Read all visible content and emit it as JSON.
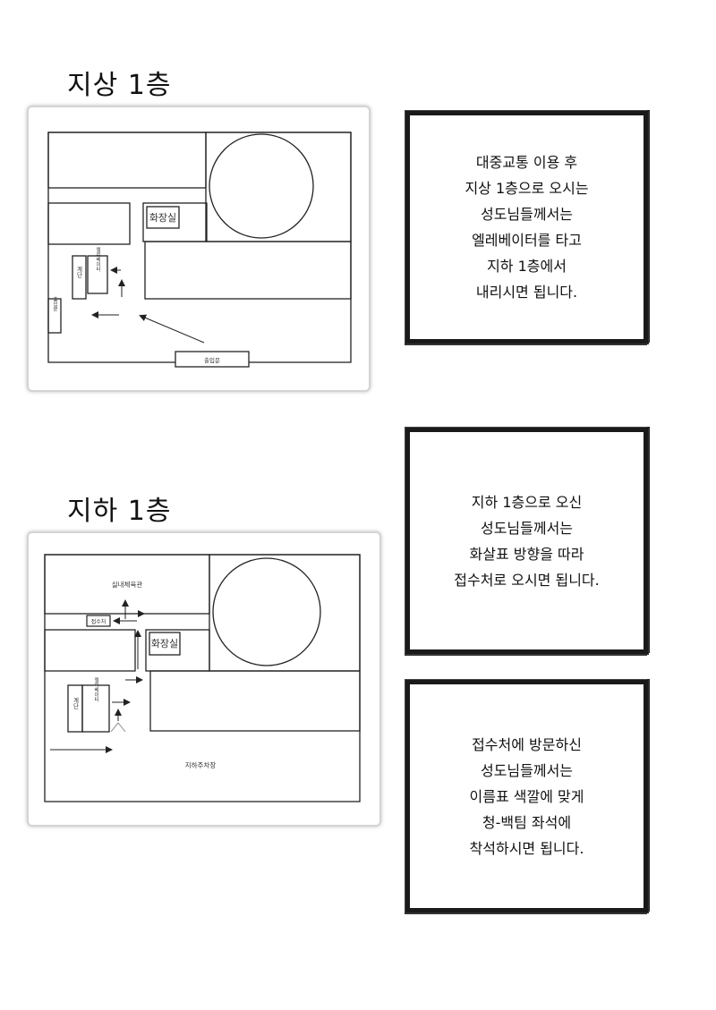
{
  "floor1": {
    "title": "지상 1층",
    "map": {
      "restroom": "화장실",
      "stairs": "계단",
      "elevator": "엘리베이터",
      "exit": "출입문",
      "entrance": "출입문"
    },
    "note_lines": [
      "대중교통 이용 후",
      "지상 1층으로 오시는",
      "성도님들께서는",
      "엘레베이터를 타고",
      "지하 1층에서",
      "내리시면 됩니다."
    ]
  },
  "basement1": {
    "title": "지하 1층",
    "map": {
      "gym": "실내체육관",
      "reception": "접수처",
      "restroom": "화장실",
      "stairs": "계단",
      "elevator": "엘리베이터",
      "parking": "지하주차장"
    },
    "note_lines": [
      "지하 1층으로 오신",
      "성도님들께서는",
      "화살표 방향을 따라",
      "접수처로 오시면 됩니다."
    ]
  },
  "reception_note": {
    "note_lines": [
      "접수처에 방문하신",
      "성도님들께서는",
      "이름표 색깔에 맞게",
      "청-백팀 좌석에",
      "착석하시면 됩니다."
    ]
  }
}
